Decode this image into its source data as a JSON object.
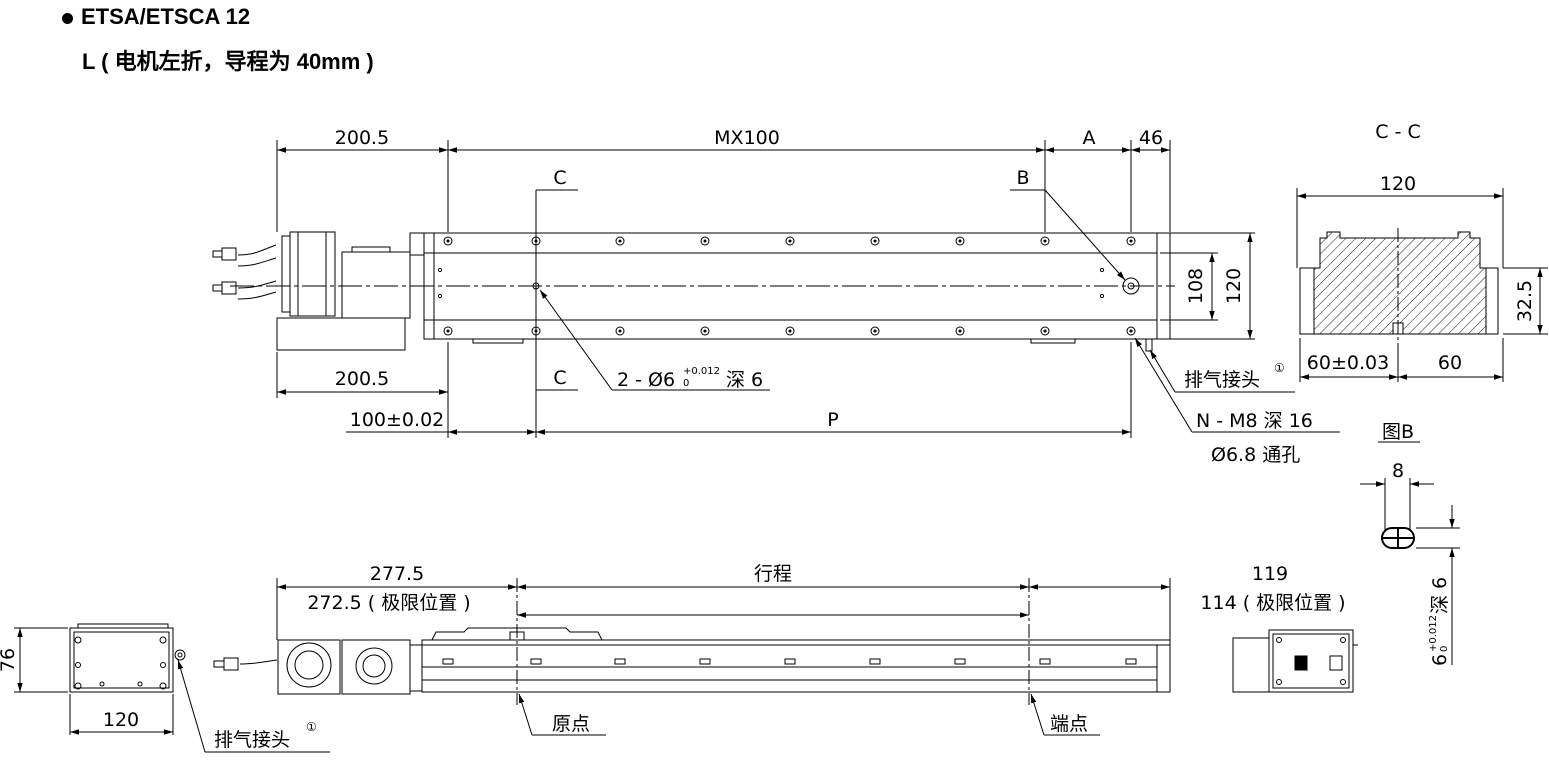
{
  "header": {
    "title": "ETSA/ETSCA 12",
    "subtitle": "L ( 电机左折，导程为 40mm )"
  },
  "top_view": {
    "dim_left": "200.5",
    "dim_mx": "MX100",
    "dim_a": "A",
    "dim_46": "46",
    "label_c_top": "C",
    "label_b": "B",
    "dim_108": "108",
    "dim_120": "120",
    "dim_left_bottom": "200.5",
    "label_c_bottom": "C",
    "pin_hole_prefix": "2 - Ø6",
    "pin_hole_tol_upper": "+0.012",
    "pin_hole_tol_lower": "0",
    "pin_hole_depth": "深 6",
    "dim_100": "100±0.02",
    "dim_p": "P",
    "vent_joint": "排气接头",
    "vent_mark": "①",
    "thread_spec": "N - M8 深 16",
    "thru_hole": "Ø6.8 通孔"
  },
  "section_cc": {
    "title": "C - C",
    "dim_width": "120",
    "dim_height": "32.5",
    "dim_60_tol": "60±0.03",
    "dim_60": "60"
  },
  "detail_b": {
    "title": "图B",
    "dim_8": "8",
    "dim_6_prefix": "6",
    "tol_upper": "+0.012",
    "tol_lower": "0",
    "depth": "深 6"
  },
  "side_view": {
    "dim_2775": "277.5",
    "dim_2725": "272.5 ( 极限位置 )",
    "dim_stroke": "行程",
    "dim_119": "119",
    "dim_114": "114 ( 极限位置 )",
    "label_origin": "原点",
    "label_end": "端点"
  },
  "end_view": {
    "dim_76": "76",
    "dim_120": "120",
    "vent_joint": "排气接头",
    "vent_mark": "①"
  }
}
